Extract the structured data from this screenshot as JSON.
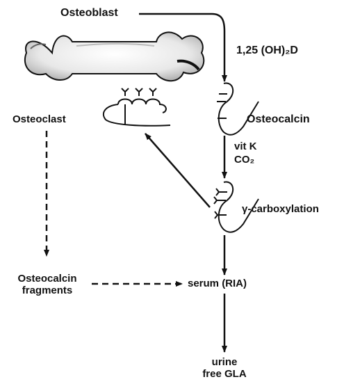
{
  "labels": {
    "osteoblast": "Osteoblast",
    "vitamin_d": "1,25 (OH)₂D",
    "osteoclast": "Osteoclast",
    "osteocalcin": "Osteocalcin",
    "vit_k": "vit K",
    "co2": "CO₂",
    "gamma_carboxylation": "γ-carboxylation",
    "fragments_line1": "Osteocalcin",
    "fragments_line2": "fragments",
    "serum": "serum (RIA)",
    "urine_line1": "urine",
    "urine_line2": "free GLA"
  },
  "colors": {
    "ink": "#111111",
    "bone_fill": "#ececec",
    "background": "#ffffff"
  }
}
